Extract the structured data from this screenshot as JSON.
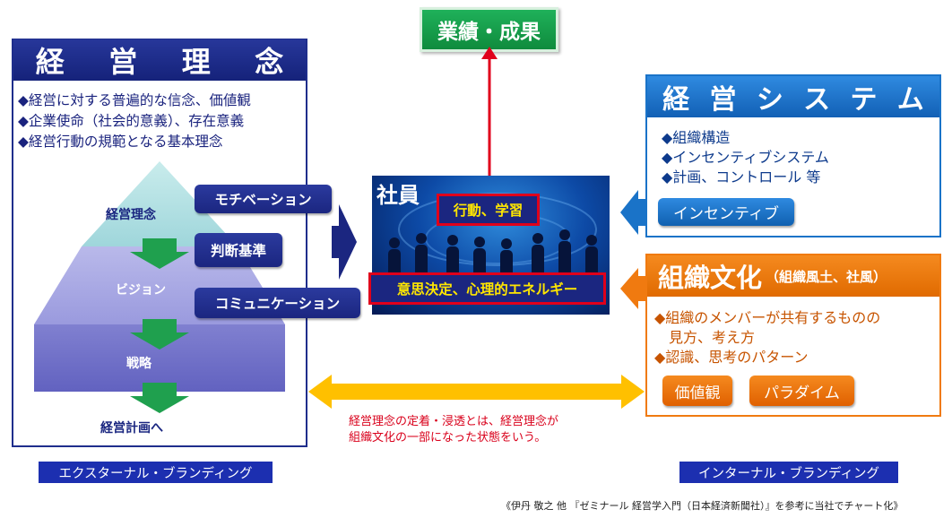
{
  "results": {
    "label": "業績・成果"
  },
  "philosophy": {
    "title_chars": [
      "経",
      "営",
      "理",
      "念"
    ],
    "bullets": [
      "◆経営に対する普遍的な信念、価値観",
      "◆企業使命（社会的意義）、存在意義",
      "◆経営行動の規範となる基本理念"
    ],
    "pyramid": {
      "levels": [
        "経営理念",
        "ビジョン",
        "戦略"
      ],
      "bottom": "経営計画へ"
    }
  },
  "drivers": [
    "モチベーション",
    "判断基準",
    "コミュニケーション"
  ],
  "employee": {
    "title": "社員",
    "action": "行動、学習",
    "decision": "意思決定、心理的エネルギー"
  },
  "system": {
    "title_chars": [
      "経",
      "営",
      "シ",
      "ス",
      "テ",
      "ム"
    ],
    "bullets": [
      "◆組織構造",
      "◆インセンティブシステム",
      "◆計画、コントロール 等"
    ],
    "pill": "インセンティブ"
  },
  "culture": {
    "title": "組織文化",
    "subtitle": "（組織風土、社風）",
    "bullets": [
      "◆組織のメンバーが共有するものの",
      "　見方、考え方",
      "◆認識、思考のパターン"
    ],
    "pills": [
      "価値観",
      "パラダイム"
    ]
  },
  "note": [
    "経営理念の定着・浸透とは、経営理念が",
    "組織文化の一部になった状態をいう。"
  ],
  "branding": {
    "external": "エクスターナル・ブランディング",
    "internal": "インターナル・ブランディング"
  },
  "source": "《伊丹 敬之 他 『ゼミナール 経営学入門（日本経済新聞社）』を参考に当社でチャート化》",
  "colors": {
    "navy": "#1b2680",
    "green": "#1fa04e",
    "blue": "#1a73c8",
    "orange": "#f07a10",
    "red": "#e0001b",
    "gold": "#ffc000"
  }
}
